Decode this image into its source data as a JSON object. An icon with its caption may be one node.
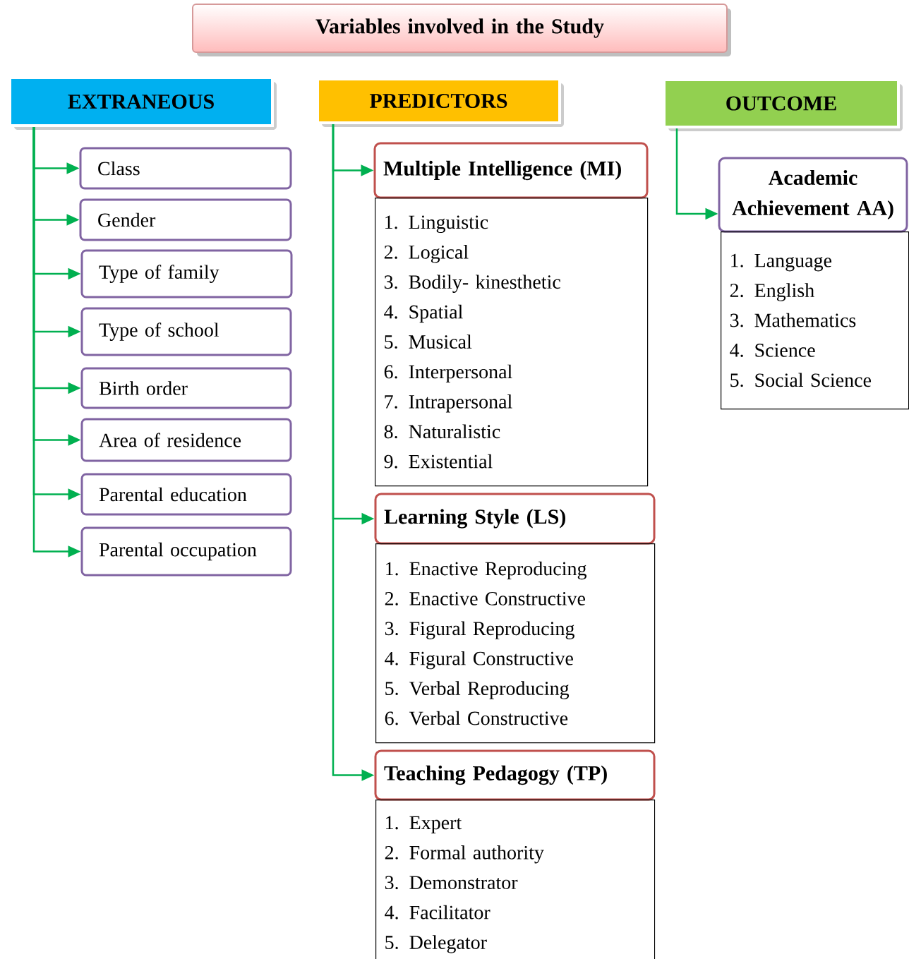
{
  "diagram": {
    "nodes": [
      {
        "text": [
          "Variables involved in the Study"
        ]
      },
      {
        "text": [
          "EXTRANEOUS"
        ]
      },
      {
        "text": [
          "PREDICTORS"
        ]
      },
      {
        "text": [
          "OUTCOME"
        ]
      },
      {
        "text": [
          "Class"
        ]
      },
      {
        "text": [
          "Gender"
        ]
      },
      {
        "text": [
          "Type of family"
        ]
      },
      {
        "text": [
          "Type of school"
        ]
      },
      {
        "text": [
          "Birth order"
        ]
      },
      {
        "text": [
          "Area of residence"
        ]
      },
      {
        "text": [
          "Parental education"
        ]
      },
      {
        "text": [
          "Parental occupation"
        ]
      },
      {
        "text": [
          "Multiple Intelligence (MI)"
        ]
      },
      {
        "text": [
          "1. Linguistic",
          "2. Logical",
          "3. Bodily- kinesthetic",
          "4. Spatial",
          "5. Musical",
          "6. Interpersonal",
          "7. Intrapersonal",
          "8. Naturalistic",
          "9. Existential"
        ]
      },
      {
        "text": [
          "Learning Style (LS)"
        ]
      },
      {
        "text": [
          "1. Enactive Reproducing",
          "2. Enactive Constructive",
          "3. Figural Reproducing",
          "4. Figural Constructive",
          "5. Verbal Reproducing",
          "6. Verbal Constructive"
        ]
      },
      {
        "text": [
          "Teaching Pedagogy (TP)"
        ]
      },
      {
        "text": [
          "1. Expert",
          "2. Formal authority",
          "3. Demonstrator",
          "4. Facilitator",
          "5. Delegator"
        ]
      },
      {
        "text": [
          "Academic Achievement AA)"
        ]
      },
      {
        "text": [
          "1. Language",
          "2. English",
          "3. Mathematics",
          "4. Science",
          "5. Social Science"
        ]
      }
    ],
    "edges": [
      {
        "from": 1,
        "to": 4,
        "arrow": "to"
      },
      {
        "from": 1,
        "to": 5,
        "arrow": "to"
      },
      {
        "from": 1,
        "to": 6,
        "arrow": "to"
      },
      {
        "from": 1,
        "to": 7,
        "arrow": "to"
      },
      {
        "from": 1,
        "to": 8,
        "arrow": "to"
      },
      {
        "from": 1,
        "to": 9,
        "arrow": "to"
      },
      {
        "from": 1,
        "to": 10,
        "arrow": "to"
      },
      {
        "from": 1,
        "to": 11,
        "arrow": "to"
      },
      {
        "from": 2,
        "to": 12,
        "arrow": "to"
      },
      {
        "from": 2,
        "to": 14,
        "arrow": "to"
      },
      {
        "from": 2,
        "to": 16,
        "arrow": "to"
      },
      {
        "from": 3,
        "to": 18,
        "arrow": "to"
      }
    ]
  }
}
